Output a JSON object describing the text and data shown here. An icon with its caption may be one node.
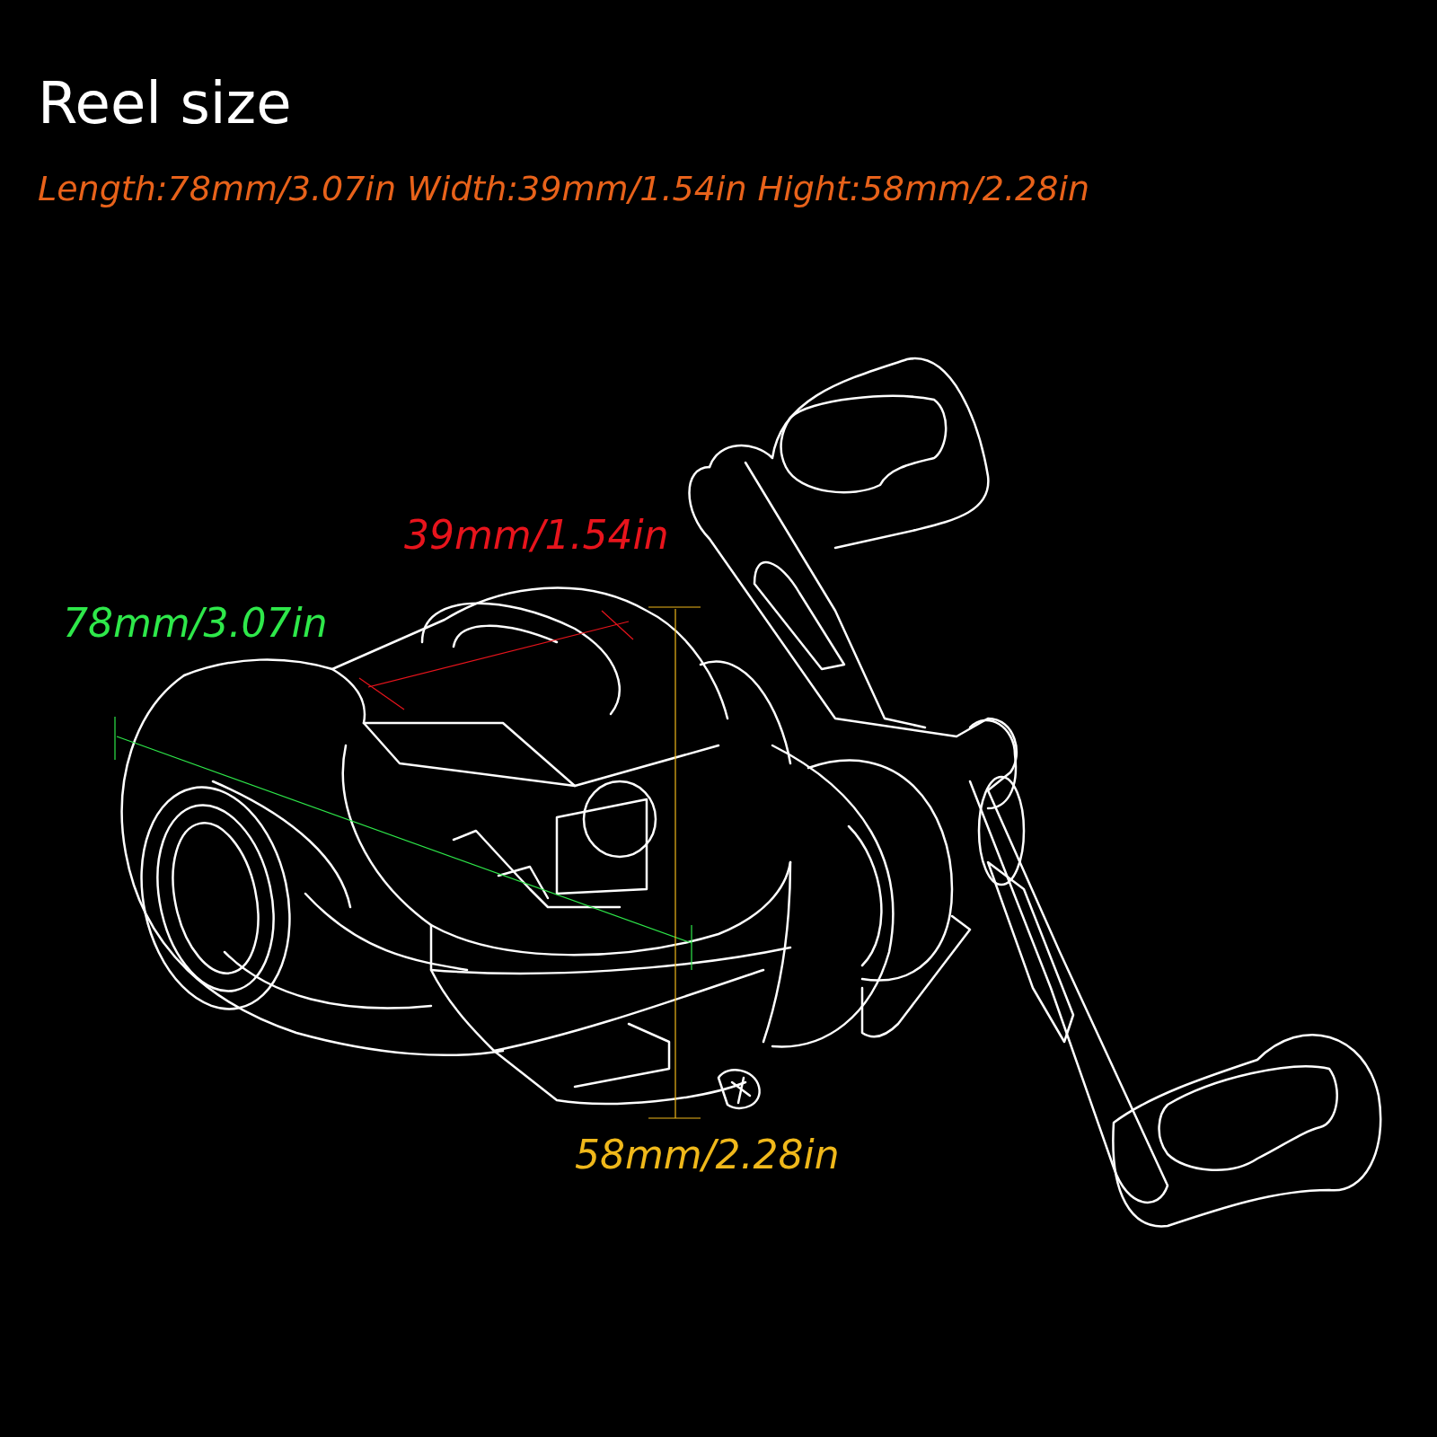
{
  "diagram": {
    "title": "Reel size",
    "labels": [
      "Length:78mm/3.07in Width:39mm/1.54in Hight:58mm/2.28in",
      "39mm/1.54in",
      "78mm/3.07in",
      "58mm/2.28in"
    ]
  }
}
